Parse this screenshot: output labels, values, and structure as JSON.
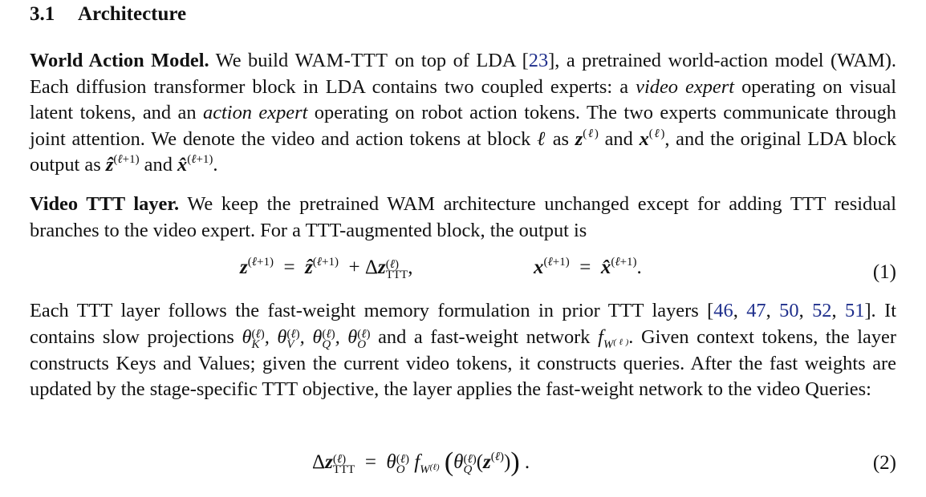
{
  "section": {
    "number": "3.1",
    "title": "Architecture"
  },
  "para1": {
    "lead": "World Action Model.",
    "t1": " We build ",
    "model_name": "WAM-TTT",
    "t2": " on top of LDA [",
    "cite1": "23",
    "t3": "], a pretrained world-action model (WAM). Each diffusion transformer block in LDA contains two coupled experts: a ",
    "video_expert": "video expert",
    "t4": " operating on visual latent tokens, and an ",
    "action_expert": "action expert",
    "t5": " operating on robot action tokens. The two experts communicate through joint attention. We denote the video and action tokens at block ",
    "t6": " as ",
    "t7": " and ",
    "t8": ", and the original LDA block output as ",
    "t9": " and ",
    "t10": "."
  },
  "para2": {
    "lead": "Video TTT layer.",
    "text": " We keep the pretrained WAM architecture unchanged except for adding TTT residual branches to the video expert. For a TTT-augmented block, the output is"
  },
  "eq1": {
    "tag": "(1)"
  },
  "para3": {
    "t1": "Each TTT layer follows the fast-weight memory formulation in prior TTT layers [",
    "cites": [
      "46",
      "47",
      "50",
      "52",
      "51"
    ],
    "t2": "]. It contains slow projections ",
    "t3": " and a fast-weight network ",
    "t4": ". Given context tokens, the layer constructs Keys and Values; given the current video tokens, it constructs queries. After the fast weights are updated by the stage-specific TTT objective, the layer applies the fast-weight network to the video Queries:"
  },
  "eq2": {
    "tag": "(2)"
  }
}
